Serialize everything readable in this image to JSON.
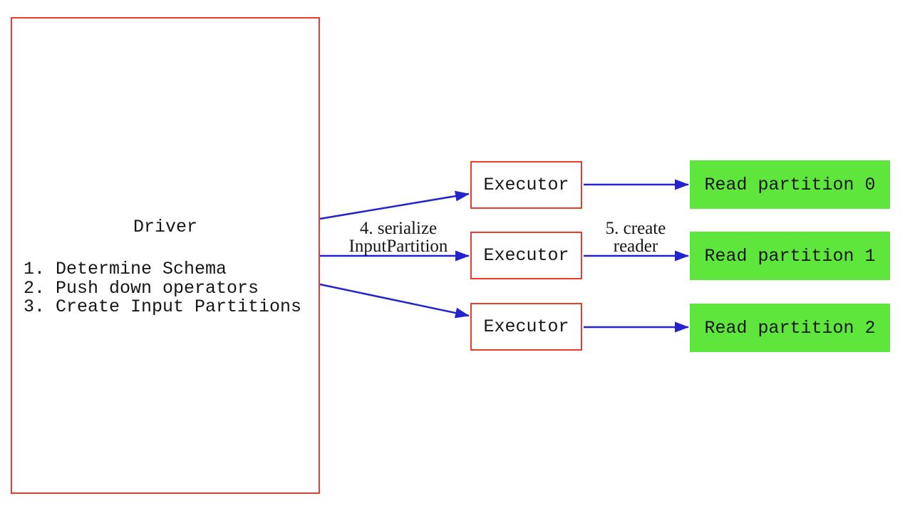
{
  "colors": {
    "border_red": "#ee392c",
    "arrow_blue": "#2424cc",
    "partition_green": "#5fe63c",
    "text_dark": "#161616",
    "background": "#ffffff"
  },
  "driver": {
    "title": "Driver",
    "steps": [
      "1. Determine Schema",
      "2. Push down operators",
      "3. Create Input Partitions"
    ]
  },
  "executors": [
    {
      "label": "Executor"
    },
    {
      "label": "Executor"
    },
    {
      "label": "Executor"
    }
  ],
  "partitions": [
    {
      "label": "Read partition 0"
    },
    {
      "label": "Read partition 1"
    },
    {
      "label": "Read partition 2"
    }
  ],
  "annotations": {
    "serialize": {
      "line1": "4. serialize",
      "line2": "InputPartition"
    },
    "reader": {
      "line1": "5. create",
      "line2": "reader"
    }
  }
}
